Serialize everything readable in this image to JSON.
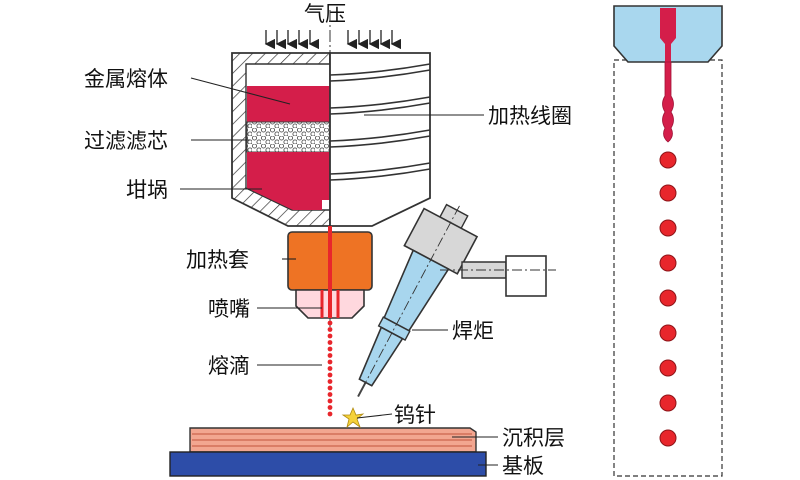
{
  "labels": {
    "air_pressure": "气压",
    "metal_melt": "金属熔体",
    "filter_core": "过滤滤芯",
    "crucible": "坩埚",
    "heating_coil": "加热线圈",
    "heating_jacket": "加热套",
    "nozzle": "喷嘴",
    "droplet": "熔滴",
    "torch": "焊炬",
    "tungsten_needle": "钨针",
    "deposit_layer": "沉积层",
    "substrate": "基板"
  },
  "colors": {
    "melt": "#d41e4a",
    "droplet": "#e8262c",
    "crucible_fill": "#ffffff",
    "heating_jacket": "#ee7324",
    "nozzle_tip": "#ffd8de",
    "torch_body": "#a8d6ee",
    "nozzle_block": "#a9d7ee",
    "deposit_layer": "#f2a690",
    "substrate": "#2d4da8",
    "outline": "#333333"
  },
  "icons": {
    "pressure_arrows": "down-arrow-icon",
    "tungsten_spark": "spark-icon"
  }
}
